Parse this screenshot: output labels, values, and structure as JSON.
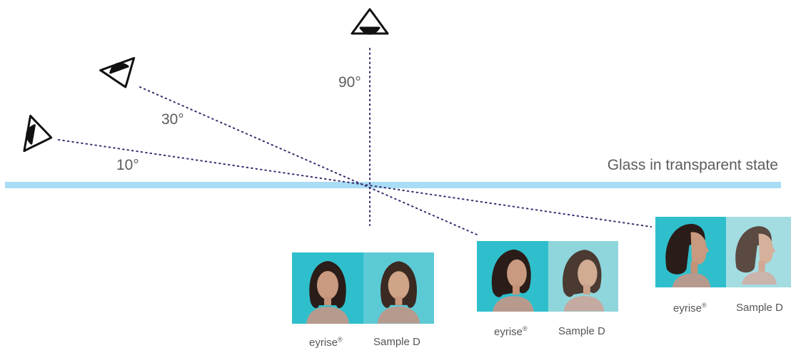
{
  "glass_label": "Glass in transparent state",
  "angles": {
    "a90": "90°",
    "a30": "30°",
    "a10": "10°"
  },
  "captions": {
    "eyrise": "eyrise",
    "registered": "®",
    "sample": "Sample D"
  },
  "icons": {
    "eye": "eye-icon"
  },
  "colors": {
    "glass": "#a8ddf5",
    "sightline": "#3a2a6e",
    "eyrise_bg": "#2fbfcc",
    "sample_bg": "#5ccad5"
  }
}
